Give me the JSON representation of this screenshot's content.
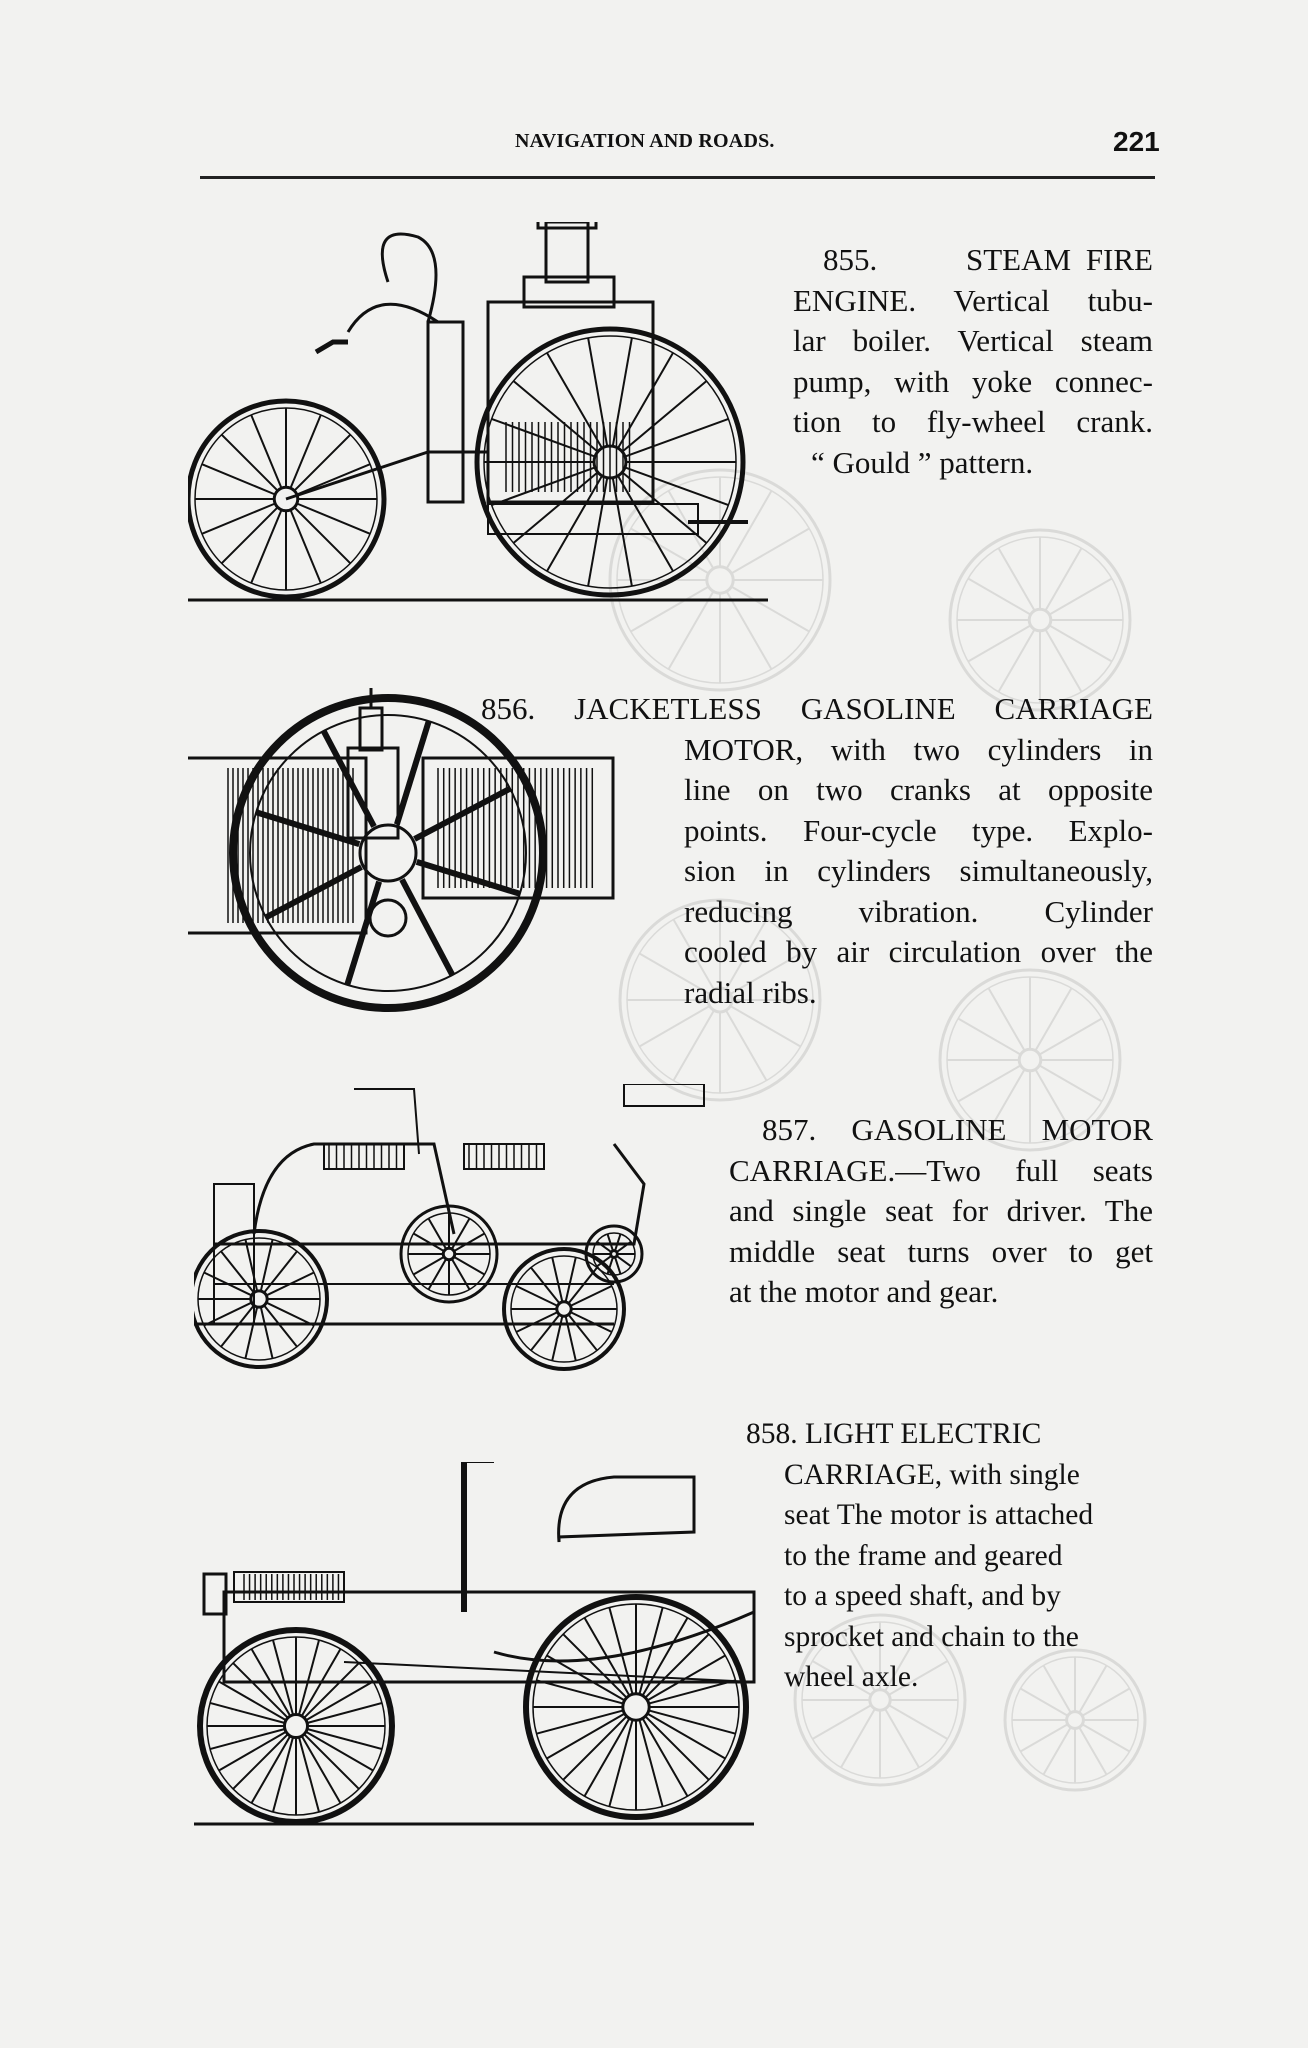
{
  "header": {
    "title": "NAVIGATION AND ROADS.",
    "page_number": "221"
  },
  "figures": [
    {
      "number": "855.",
      "lines": [
        "855.      STEAM FIRE",
        "ENGINE. Vertical tubu-",
        "lar boiler. Vertical steam",
        "pump, with yoke connec-",
        "tion to fly-wheel crank.",
        "“ Gould ” pattern."
      ]
    },
    {
      "number": "856.",
      "lines": [
        "856. JACKETLESS GASOLINE CARRIAGE",
        "MOTOR, with two cylinders in",
        "line on two cranks at opposite",
        "points. Four-cycle type. Explo-",
        "sion in cylinders simultaneously,",
        "reducing vibration. Cylinder",
        "cooled by air circulation over the",
        "radial ribs."
      ]
    },
    {
      "number": "857.",
      "lines": [
        "857. GASOLINE MOTOR",
        "CARRIAGE.—Two full seats",
        "and single seat for driver. The",
        "middle seat turns over to get",
        "at the motor and gear."
      ]
    },
    {
      "number": "858.",
      "lines": [
        "858. LIGHT ELECTRIC",
        "CARRIAGE, with single",
        "seat The motor is attached",
        "to the frame and geared",
        "to a speed shaft, and by",
        "sprocket and chain to the",
        "wheel axle."
      ]
    }
  ]
}
